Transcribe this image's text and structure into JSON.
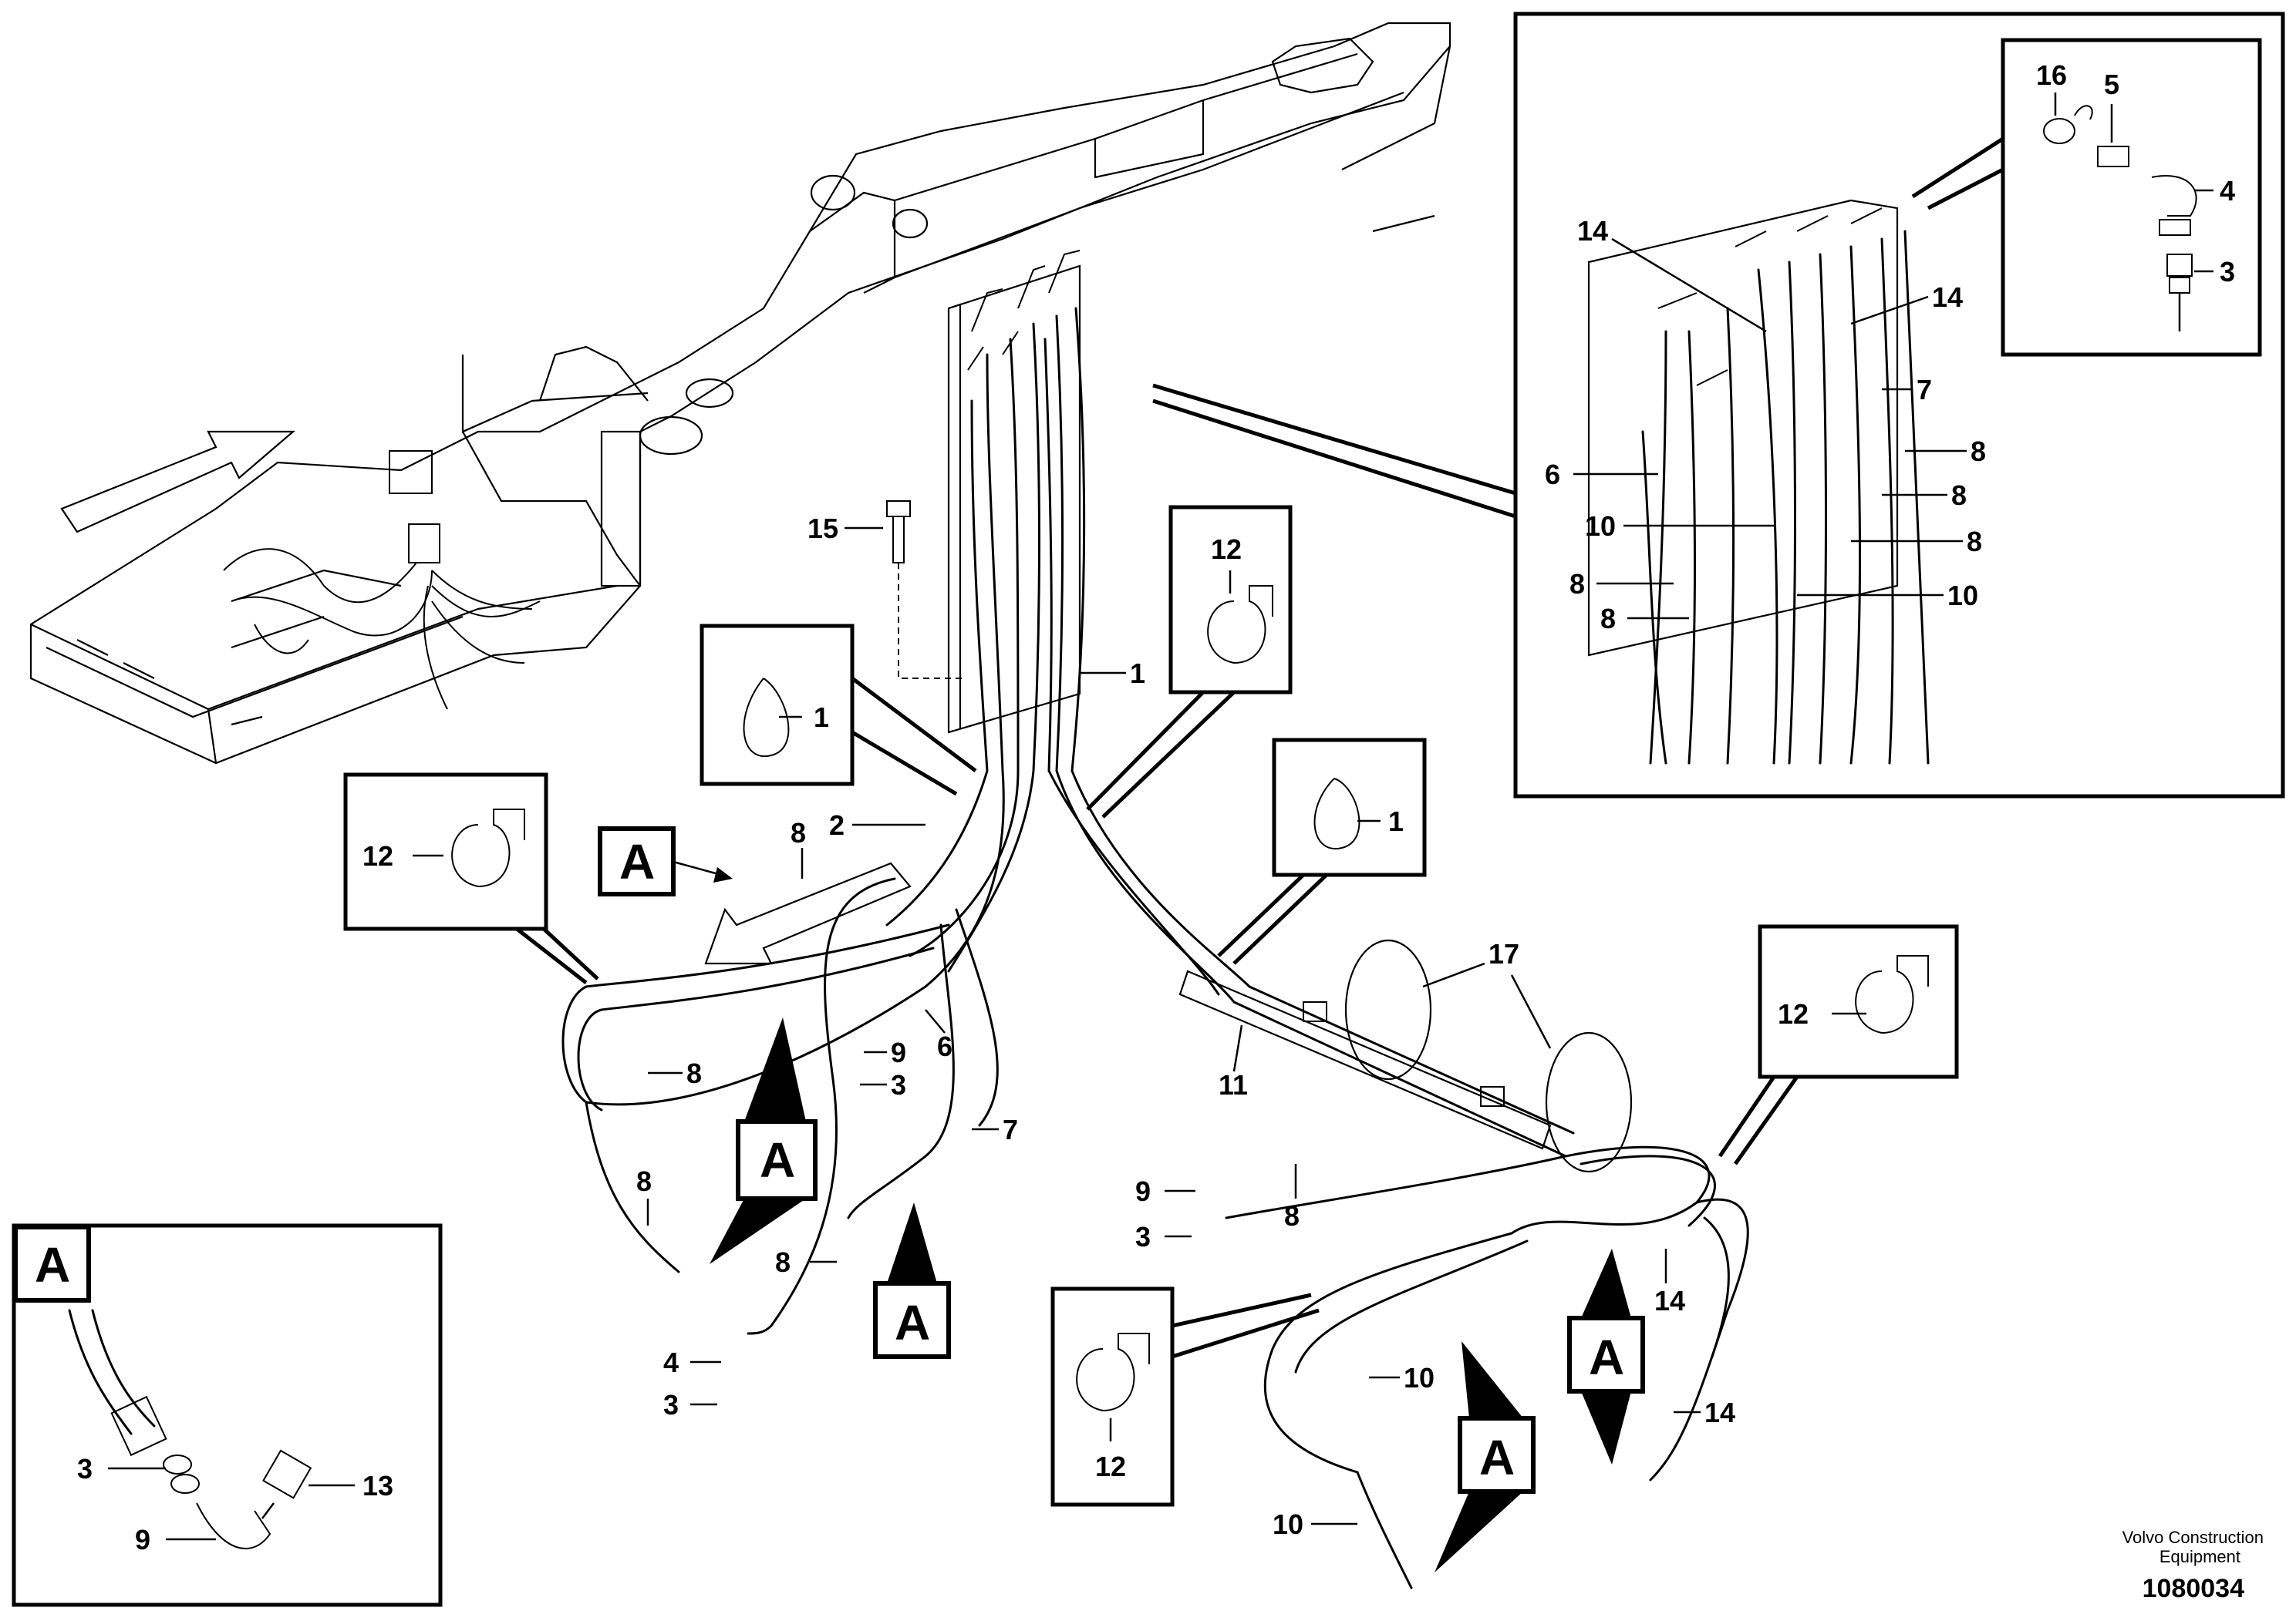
{
  "diagram": {
    "part_numbers": {
      "p1": "1",
      "p2": "2",
      "p3": "3",
      "p4": "4",
      "p5": "5",
      "p6": "6",
      "p7": "7",
      "p8": "8",
      "p9": "9",
      "p10": "10",
      "p11": "11",
      "p12": "12",
      "p13": "13",
      "p14": "14",
      "p15": "15",
      "p16": "16",
      "p17": "17"
    },
    "detail_letter": "A",
    "credit_line1": "Volvo Construction",
    "credit_line2": "Equipment",
    "document_number": "1080034"
  }
}
